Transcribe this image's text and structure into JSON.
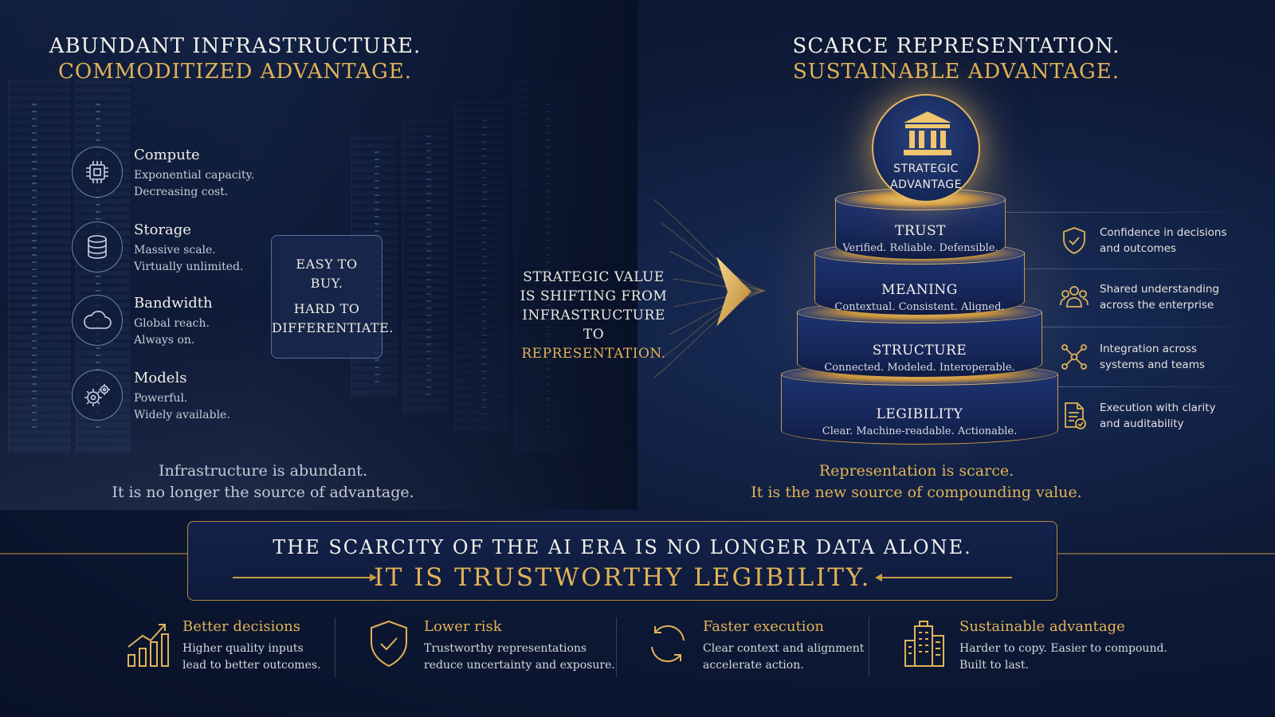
{
  "left_heading": {
    "line1": "ABUNDANT INFRASTRUCTURE.",
    "line2": "COMMODITIZED ADVANTAGE."
  },
  "right_heading": {
    "line1": "SCARCE REPRESENTATION.",
    "line2": "SUSTAINABLE ADVANTAGE."
  },
  "infrastructure": [
    {
      "title": "Compute",
      "line1": "Exponential capacity.",
      "line2": "Decreasing cost.",
      "icon": "chip-icon"
    },
    {
      "title": "Storage",
      "line1": "Massive scale.",
      "line2": "Virtually unlimited.",
      "icon": "database-icon"
    },
    {
      "title": "Bandwidth",
      "line1": "Global reach.",
      "line2": "Always on.",
      "icon": "cloud-icon"
    },
    {
      "title": "Models",
      "line1": "Powerful.",
      "line2": "Widely available.",
      "icon": "gears-icon"
    }
  ],
  "easy_box": {
    "line1": "EASY TO",
    "line2": "BUY.",
    "line3": "HARD TO",
    "line4": "DIFFERENTIATE."
  },
  "left_caption": {
    "line1": "Infrastructure is abundant.",
    "line2": "It is no longer the source of advantage."
  },
  "shift": {
    "line1": "STRATEGIC VALUE",
    "line2": "IS SHIFTING FROM",
    "line3": "INFRASTRUCTURE TO",
    "line4": "REPRESENTATION."
  },
  "crown": {
    "line1": "STRATEGIC",
    "line2": "ADVANTAGE",
    "icon": "institution-icon"
  },
  "tiers": [
    {
      "title": "TRUST",
      "subtitle": "Verified. Reliable. Defensible."
    },
    {
      "title": "MEANING",
      "subtitle": "Contextual. Consistent. Aligned."
    },
    {
      "title": "STRUCTURE",
      "subtitle": "Connected. Modeled. Interoperable."
    },
    {
      "title": "LEGIBILITY",
      "subtitle": "Clear. Machine-readable. Actionable."
    }
  ],
  "benefits": [
    {
      "line1": "Confidence in decisions",
      "line2": "and outcomes",
      "icon": "shield-check-icon"
    },
    {
      "line1": "Shared understanding",
      "line2": "across the enterprise",
      "icon": "people-icon"
    },
    {
      "line1": "Integration across",
      "line2": "systems and teams",
      "icon": "network-icon"
    },
    {
      "line1": "Execution with clarity",
      "line2": "and auditability",
      "icon": "document-check-icon"
    }
  ],
  "right_caption": {
    "line1": "Representation is scarce.",
    "line2": "It is the new source of compounding value."
  },
  "banner": {
    "line1": "THE SCARCITY OF THE AI ERA IS NO LONGER DATA ALONE.",
    "line2": "IT IS TRUSTWORTHY LEGIBILITY."
  },
  "footer": [
    {
      "title": "Better decisions",
      "line1": "Higher quality inputs",
      "line2": "lead to better outcomes.",
      "icon": "growth-chart-icon"
    },
    {
      "title": "Lower risk",
      "line1": "Trustworthy representations",
      "line2": "reduce uncertainty and exposure.",
      "icon": "shield-check-icon"
    },
    {
      "title": "Faster execution",
      "line1": "Clear context and alignment",
      "line2": "accelerate action.",
      "icon": "cycle-arrows-icon"
    },
    {
      "title": "Sustainable advantage",
      "line1": "Harder to copy. Easier to compound.",
      "line2": "Built to last.",
      "icon": "buildings-icon"
    }
  ],
  "colors": {
    "gold": "#e2b257",
    "navy": "#0e1a38",
    "text": "#e8e6df"
  }
}
